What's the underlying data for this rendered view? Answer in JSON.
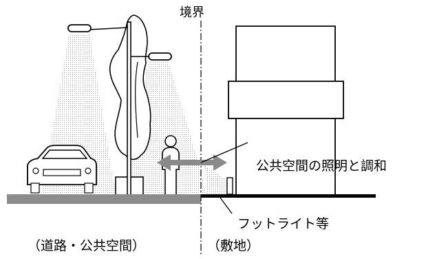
{
  "labels": {
    "boundary": "境界",
    "harmony": "公共空間の照明と調和",
    "footlight": "フットライト等",
    "road_area": "（道路・公共空間）",
    "site_area": "（敷地）"
  },
  "colors": {
    "ground": "#8c8c8c",
    "light_cone": "#bdbdbd",
    "arrow": "#8a8a8a",
    "line": "#000000"
  }
}
